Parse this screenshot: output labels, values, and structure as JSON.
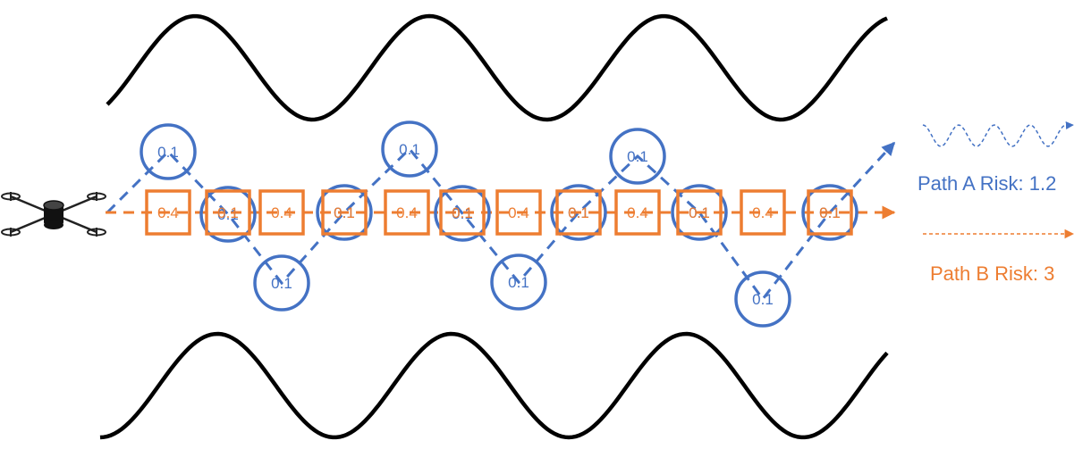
{
  "colors": {
    "path_a": "#4472C4",
    "path_b": "#ED7D31",
    "walls": "#000000",
    "drone": "#1a1a1a"
  },
  "icons": {
    "drone": "drone-icon"
  },
  "path_a": {
    "node_label": "0.1",
    "node_count": 12,
    "legend_label": "Path A Risk: 1.2"
  },
  "path_b": {
    "cell_labels": [
      "0.4",
      "0.1",
      "0.4",
      "0.1",
      "0.4",
      "0.1",
      "0.4",
      "0.1",
      "0.4",
      "0.1",
      "0.4",
      "0.1"
    ],
    "legend_label": "Path B Risk: 3"
  }
}
